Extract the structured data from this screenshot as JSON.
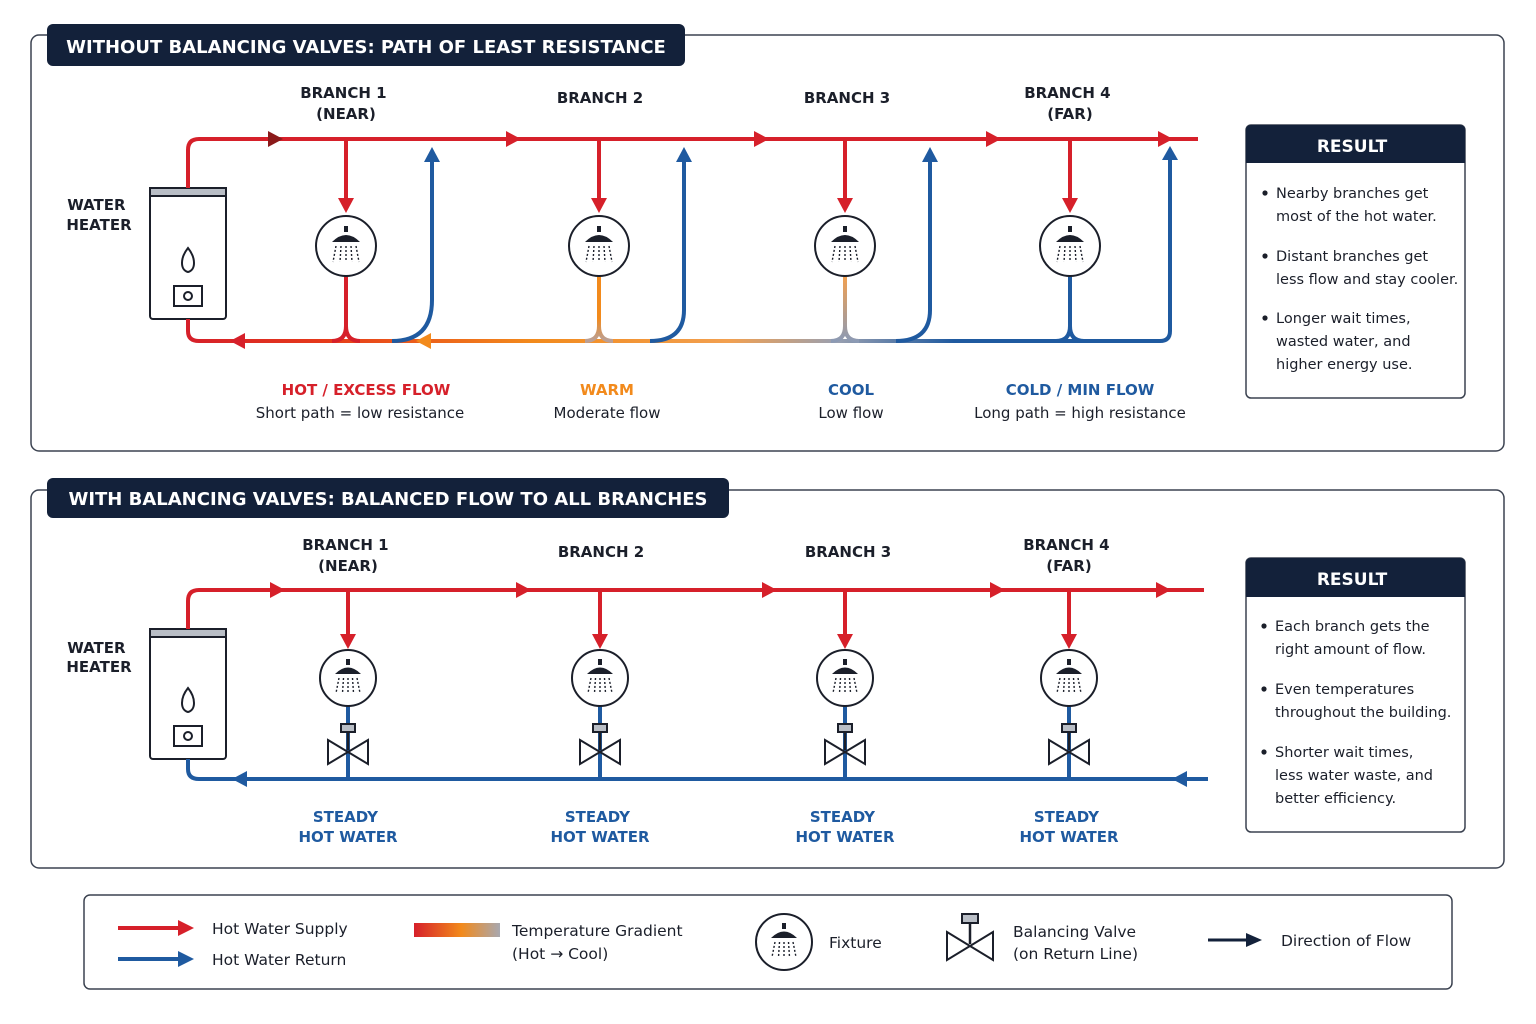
{
  "colors": {
    "navy": "#13213a",
    "hot": "#d6202a",
    "return": "#1f5aa0",
    "warm": "#f28a1c",
    "cool_label": "#1f5aa0",
    "panel_border": "#3b4250"
  },
  "top": {
    "title": "WITHOUT BALANCING VALVES: PATH OF LEAST RESISTANCE",
    "heater_label": [
      "WATER",
      "HEATER"
    ],
    "branches": [
      {
        "label": [
          "BRANCH 1",
          "(NEAR)"
        ]
      },
      {
        "label": [
          "BRANCH 2"
        ]
      },
      {
        "label": [
          "BRANCH 3"
        ]
      },
      {
        "label": [
          "BRANCH 4",
          "(FAR)"
        ]
      }
    ],
    "status": [
      {
        "heading": "HOT / EXCESS FLOW",
        "desc": "Short path = low resistance",
        "color": "#d6202a"
      },
      {
        "heading": "WARM",
        "desc": "Moderate flow",
        "color": "#f28a1c"
      },
      {
        "heading": "COOL",
        "desc": "Low flow",
        "color": "#1f5aa0"
      },
      {
        "heading": "COLD / MIN FLOW",
        "desc": "Long path = high resistance",
        "color": "#1f5aa0"
      }
    ],
    "result": {
      "title": "RESULT",
      "bullets": [
        [
          "Nearby branches get",
          "most of the hot water."
        ],
        [
          "Distant branches get",
          "less flow and stay cooler."
        ],
        [
          "Longer wait times,",
          "wasted water, and",
          "higher energy use."
        ]
      ]
    }
  },
  "bottom": {
    "title": "WITH BALANCING VALVES: BALANCED FLOW TO ALL BRANCHES",
    "heater_label": [
      "WATER",
      "HEATER"
    ],
    "branches": [
      {
        "label": [
          "BRANCH 1",
          "(NEAR)"
        ]
      },
      {
        "label": [
          "BRANCH 2"
        ]
      },
      {
        "label": [
          "BRANCH 3"
        ]
      },
      {
        "label": [
          "BRANCH 4",
          "(FAR)"
        ]
      }
    ],
    "status": [
      {
        "label": [
          "STEADY",
          "HOT WATER"
        ]
      },
      {
        "label": [
          "STEADY",
          "HOT WATER"
        ]
      },
      {
        "label": [
          "STEADY",
          "HOT WATER"
        ]
      },
      {
        "label": [
          "STEADY",
          "HOT WATER"
        ]
      }
    ],
    "result": {
      "title": "RESULT",
      "bullets": [
        [
          "Each branch gets the",
          "right amount of flow."
        ],
        [
          "Even temperatures",
          "throughout the building."
        ],
        [
          "Shorter wait times,",
          "less water waste, and",
          "better efficiency."
        ]
      ]
    }
  },
  "legend": {
    "supply": "Hot Water Supply",
    "return": "Hot Water Return",
    "gradient": [
      "Temperature Gradient",
      "(Hot  →  Cool)"
    ],
    "fixture": "Fixture",
    "valve": [
      "Balancing Valve",
      "(on Return Line)"
    ],
    "direction": "Direction of Flow"
  }
}
